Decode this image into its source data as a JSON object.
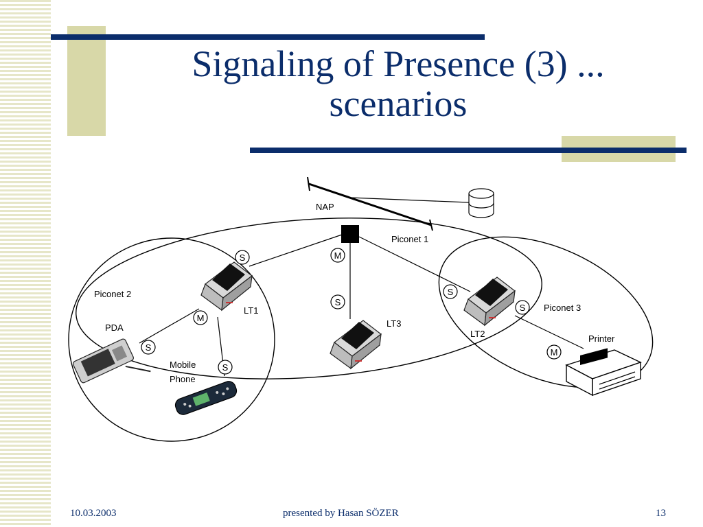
{
  "slide": {
    "title_line1": "Signaling of Presence (3) ...",
    "title_line2": "scenarios",
    "footer_date": "10.03.2003",
    "footer_presenter": "presented by Hasan SÖZER",
    "footer_page": "13"
  },
  "colors": {
    "title": "#0b2d6b",
    "accent_bar": "#0b2d6b",
    "accent_block": "#d8d8a8"
  },
  "diagram": {
    "nap_label": "NAP",
    "piconets": {
      "p1": "Piconet 1",
      "p2": "Piconet 2",
      "p3": "Piconet 3"
    },
    "devices": {
      "lt1": "LT1",
      "lt2": "LT2",
      "lt3": "LT3",
      "pda": "PDA",
      "mobile_line1": "Mobile",
      "mobile_line2": "Phone",
      "printer": "Printer"
    },
    "roles": {
      "s": "S",
      "m": "M"
    }
  }
}
